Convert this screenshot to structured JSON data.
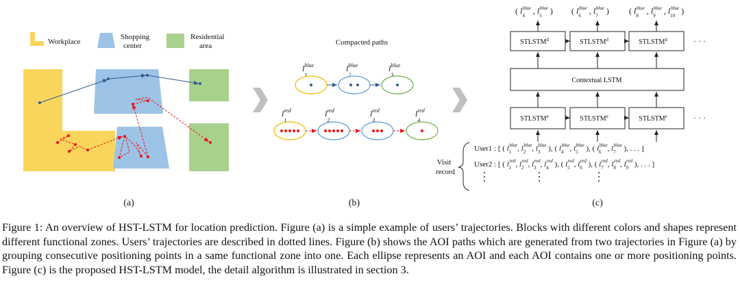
{
  "panel_a": {
    "legend": [
      {
        "label": "Workplace",
        "color": "#f9d65b"
      },
      {
        "label": "Shopping center",
        "color": "#9dc3e6"
      },
      {
        "label": "Residential area",
        "color": "#a9d18e"
      }
    ],
    "trajectory_colors": {
      "blue": "#2e5b8e",
      "red": "#ee1111"
    },
    "sublabel": "(a)"
  },
  "panel_b": {
    "title": "Compacted paths",
    "blue_nodes": [
      "l1",
      "l2",
      "l3"
    ],
    "red_nodes": [
      "l1",
      "l2",
      "l3",
      "l4"
    ],
    "sublabel": "(b)"
  },
  "panel_c": {
    "outputs": [
      "(l4 blue, l5 blue)",
      "(l6 blue, l7 blue)",
      "(l8 blue, l9 blue, l10 blue)"
    ],
    "decoder_label": "STLSTM",
    "decoder_sup": "d",
    "encoder_label": "STLSTM",
    "encoder_sup": "e",
    "context_label": "Contextual LSTM",
    "ellipsis": "· · ·",
    "visit_label_1": "Visit",
    "visit_label_2": "record",
    "user1": "User1",
    "user2": "User2",
    "sublabel": "(c)"
  },
  "caption": "Figure 1: An overview of HST-LSTM for location prediction. Figure (a) is a simple example of users’ trajectories. Blocks with different colors and shapes represent different functional zones. Users’ trajectories are described in dotted lines. Figure (b) shows the AOI paths which are generated from two trajectories in Figure (a) by grouping consecutive positioning points in a same functional zone into one. Each ellipse represents an AOI and each AOI contains one or more positioning points. Figure (c) is the proposed HST-LSTM model, the detail algorithm is illustrated in section 3."
}
